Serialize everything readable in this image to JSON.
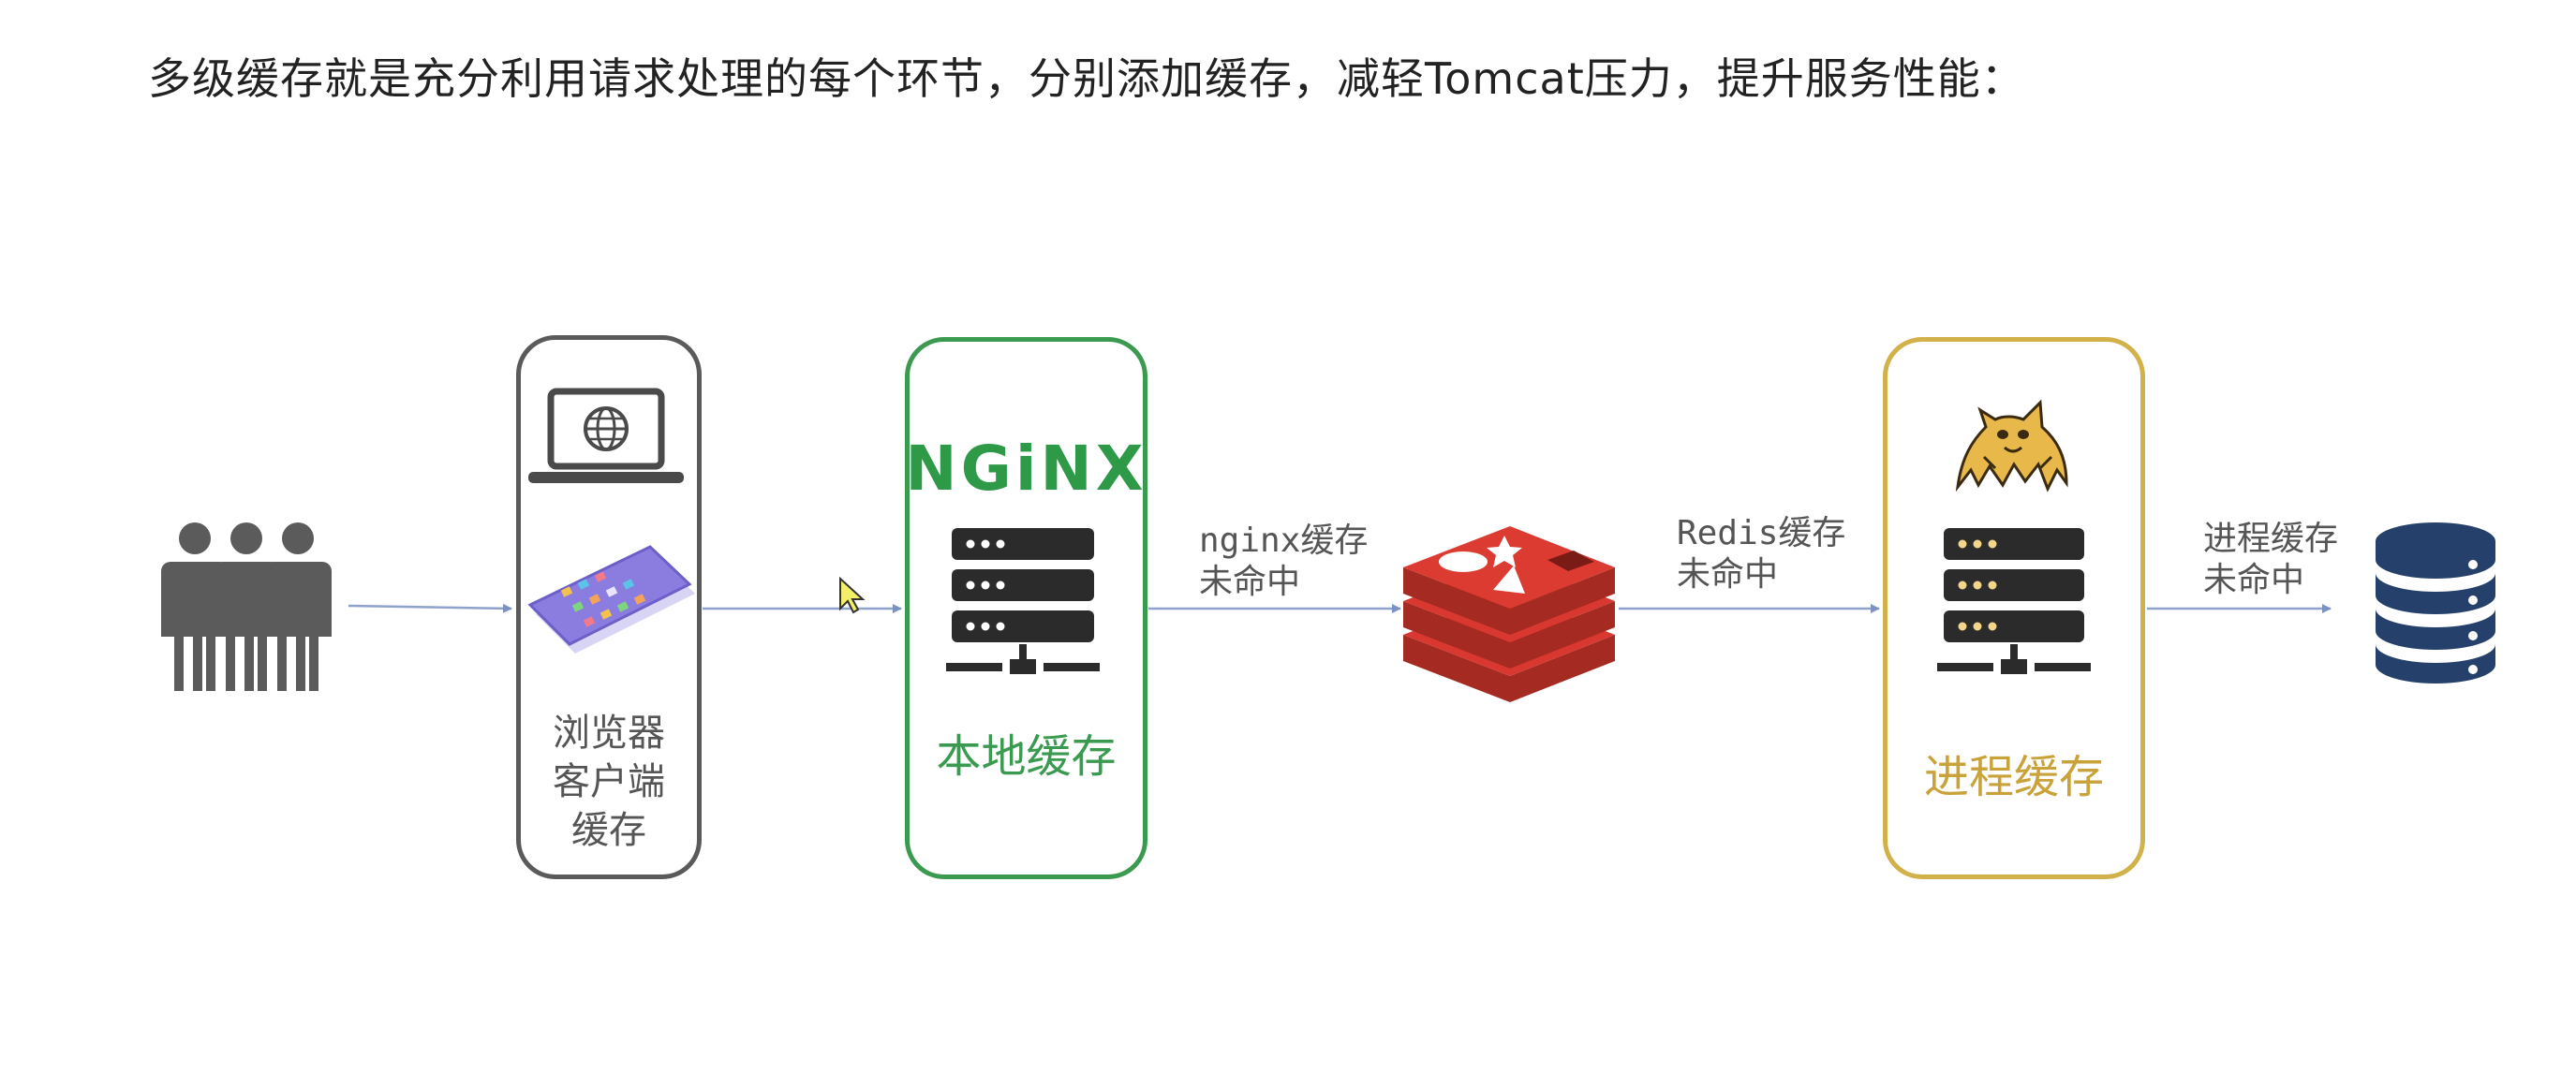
{
  "headline": "多级缓存就是充分利用请求处理的每个环节，分别添加缓存，减轻Tomcat压力，提升服务性能：",
  "browser_box": {
    "label_lines": [
      "浏览器",
      "客户端",
      "缓存"
    ]
  },
  "nginx_box": {
    "logo_text": "NGiNX",
    "label": "本地缓存"
  },
  "edge_labels": {
    "nginx_miss": [
      "nginx缓存",
      "未命中"
    ],
    "redis_miss": [
      "Redis缓存",
      "未命中"
    ],
    "process_miss": [
      "进程缓存",
      "未命中"
    ]
  },
  "process_box": {
    "label": "进程缓存"
  },
  "icons": [
    "users-icon",
    "laptop-globe-icon",
    "smartphone-icon",
    "server-icon",
    "redis-icon",
    "tomcat-icon",
    "database-icon",
    "mouse-cursor-icon"
  ],
  "colors": {
    "browser_border": "#5a5a5a",
    "nginx_green": "#3a9a4f",
    "process_gold": "#d2b14a",
    "redis_red": "#d8382f",
    "arrow_blue": "#7b93c4",
    "database_navy": "#24406b",
    "server_dark": "#2b2b2b"
  }
}
